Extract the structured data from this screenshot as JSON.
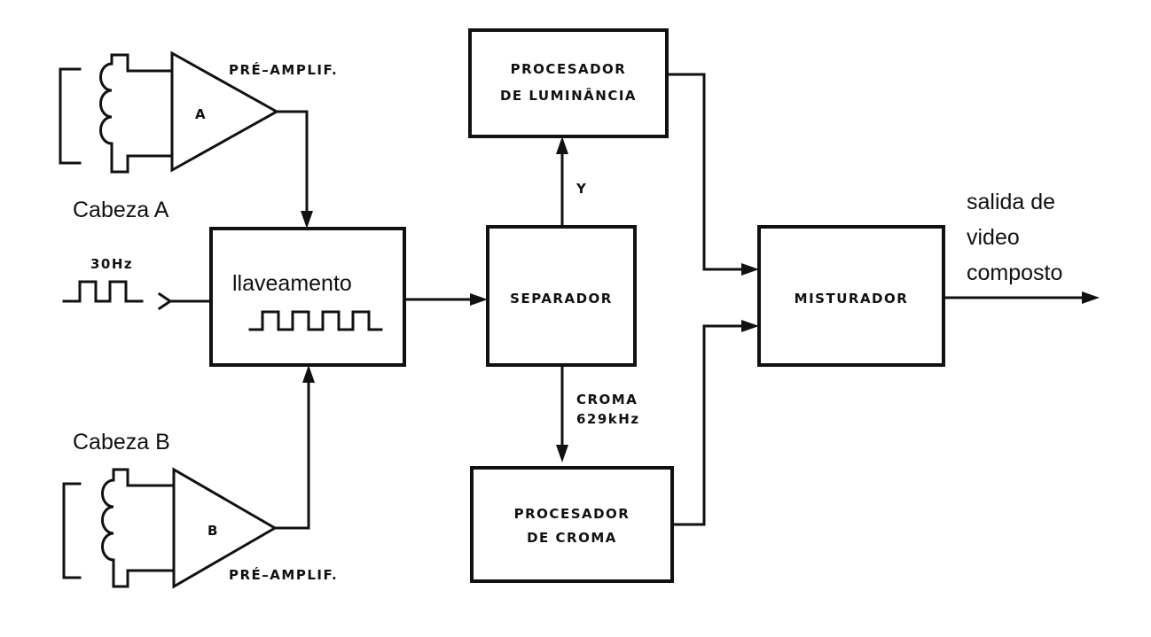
{
  "amp_a": {
    "label": "A",
    "caption": "PRÉ–AMPLIF."
  },
  "amp_b": {
    "label": "B",
    "caption": "PRÉ–AMPLIF."
  },
  "head_a_label": "Cabeza A",
  "head_b_label": "Cabeza B",
  "freq_label": "30Hz",
  "switch_label": "llaveamento",
  "separator_label": "SEPARADOR",
  "y_label": "Y",
  "chroma_freq": {
    "line1": "CROMA",
    "line2": "629kHz"
  },
  "luma_processor": {
    "line1": "PROCESADOR",
    "line2": "DE LUMINÂNCIA"
  },
  "chroma_processor": {
    "line1": "PROCESADOR",
    "line2": "DE CROMA"
  },
  "mixer_label": "MISTURADOR",
  "output_label": {
    "line1": "salida de",
    "line2": "video",
    "line3": "composto"
  }
}
